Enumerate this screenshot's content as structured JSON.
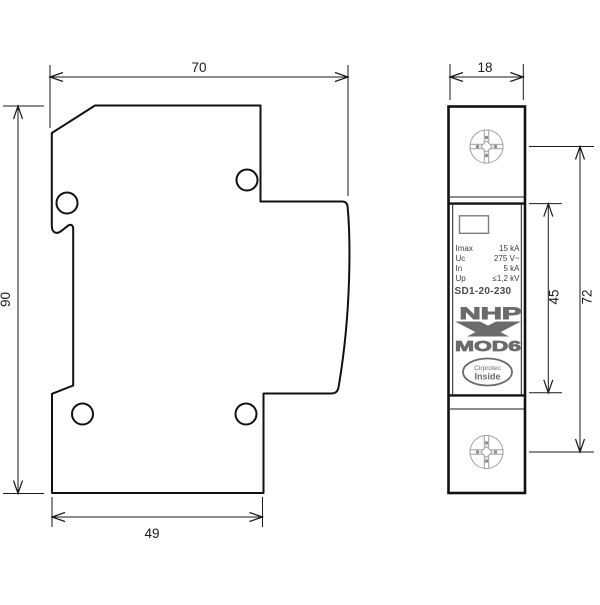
{
  "side_view": {
    "dim_width_top": "70",
    "dim_height": "90",
    "dim_width_bottom": "49"
  },
  "front_view": {
    "dim_width": "18",
    "dim_label_height": "45",
    "dim_screw_spacing": "72",
    "label": {
      "specs": [
        {
          "name": "Imax",
          "value": "15 kA"
        },
        {
          "name": "Uc",
          "value": "275 V~"
        },
        {
          "name": "In",
          "value": "5 kA"
        },
        {
          "name": "Up",
          "value": "≤1,2 kV"
        }
      ],
      "model": "SD1-20-230",
      "brand": "NHP",
      "series": "MOD6",
      "badge": {
        "line1": "Cirprotec",
        "line2": "Inside"
      }
    }
  },
  "colors": {
    "line": "#111111",
    "logo_gray": "#6b6b6b",
    "screw_gray": "#a0a0a0",
    "spec_text": "#3c3c3c"
  }
}
